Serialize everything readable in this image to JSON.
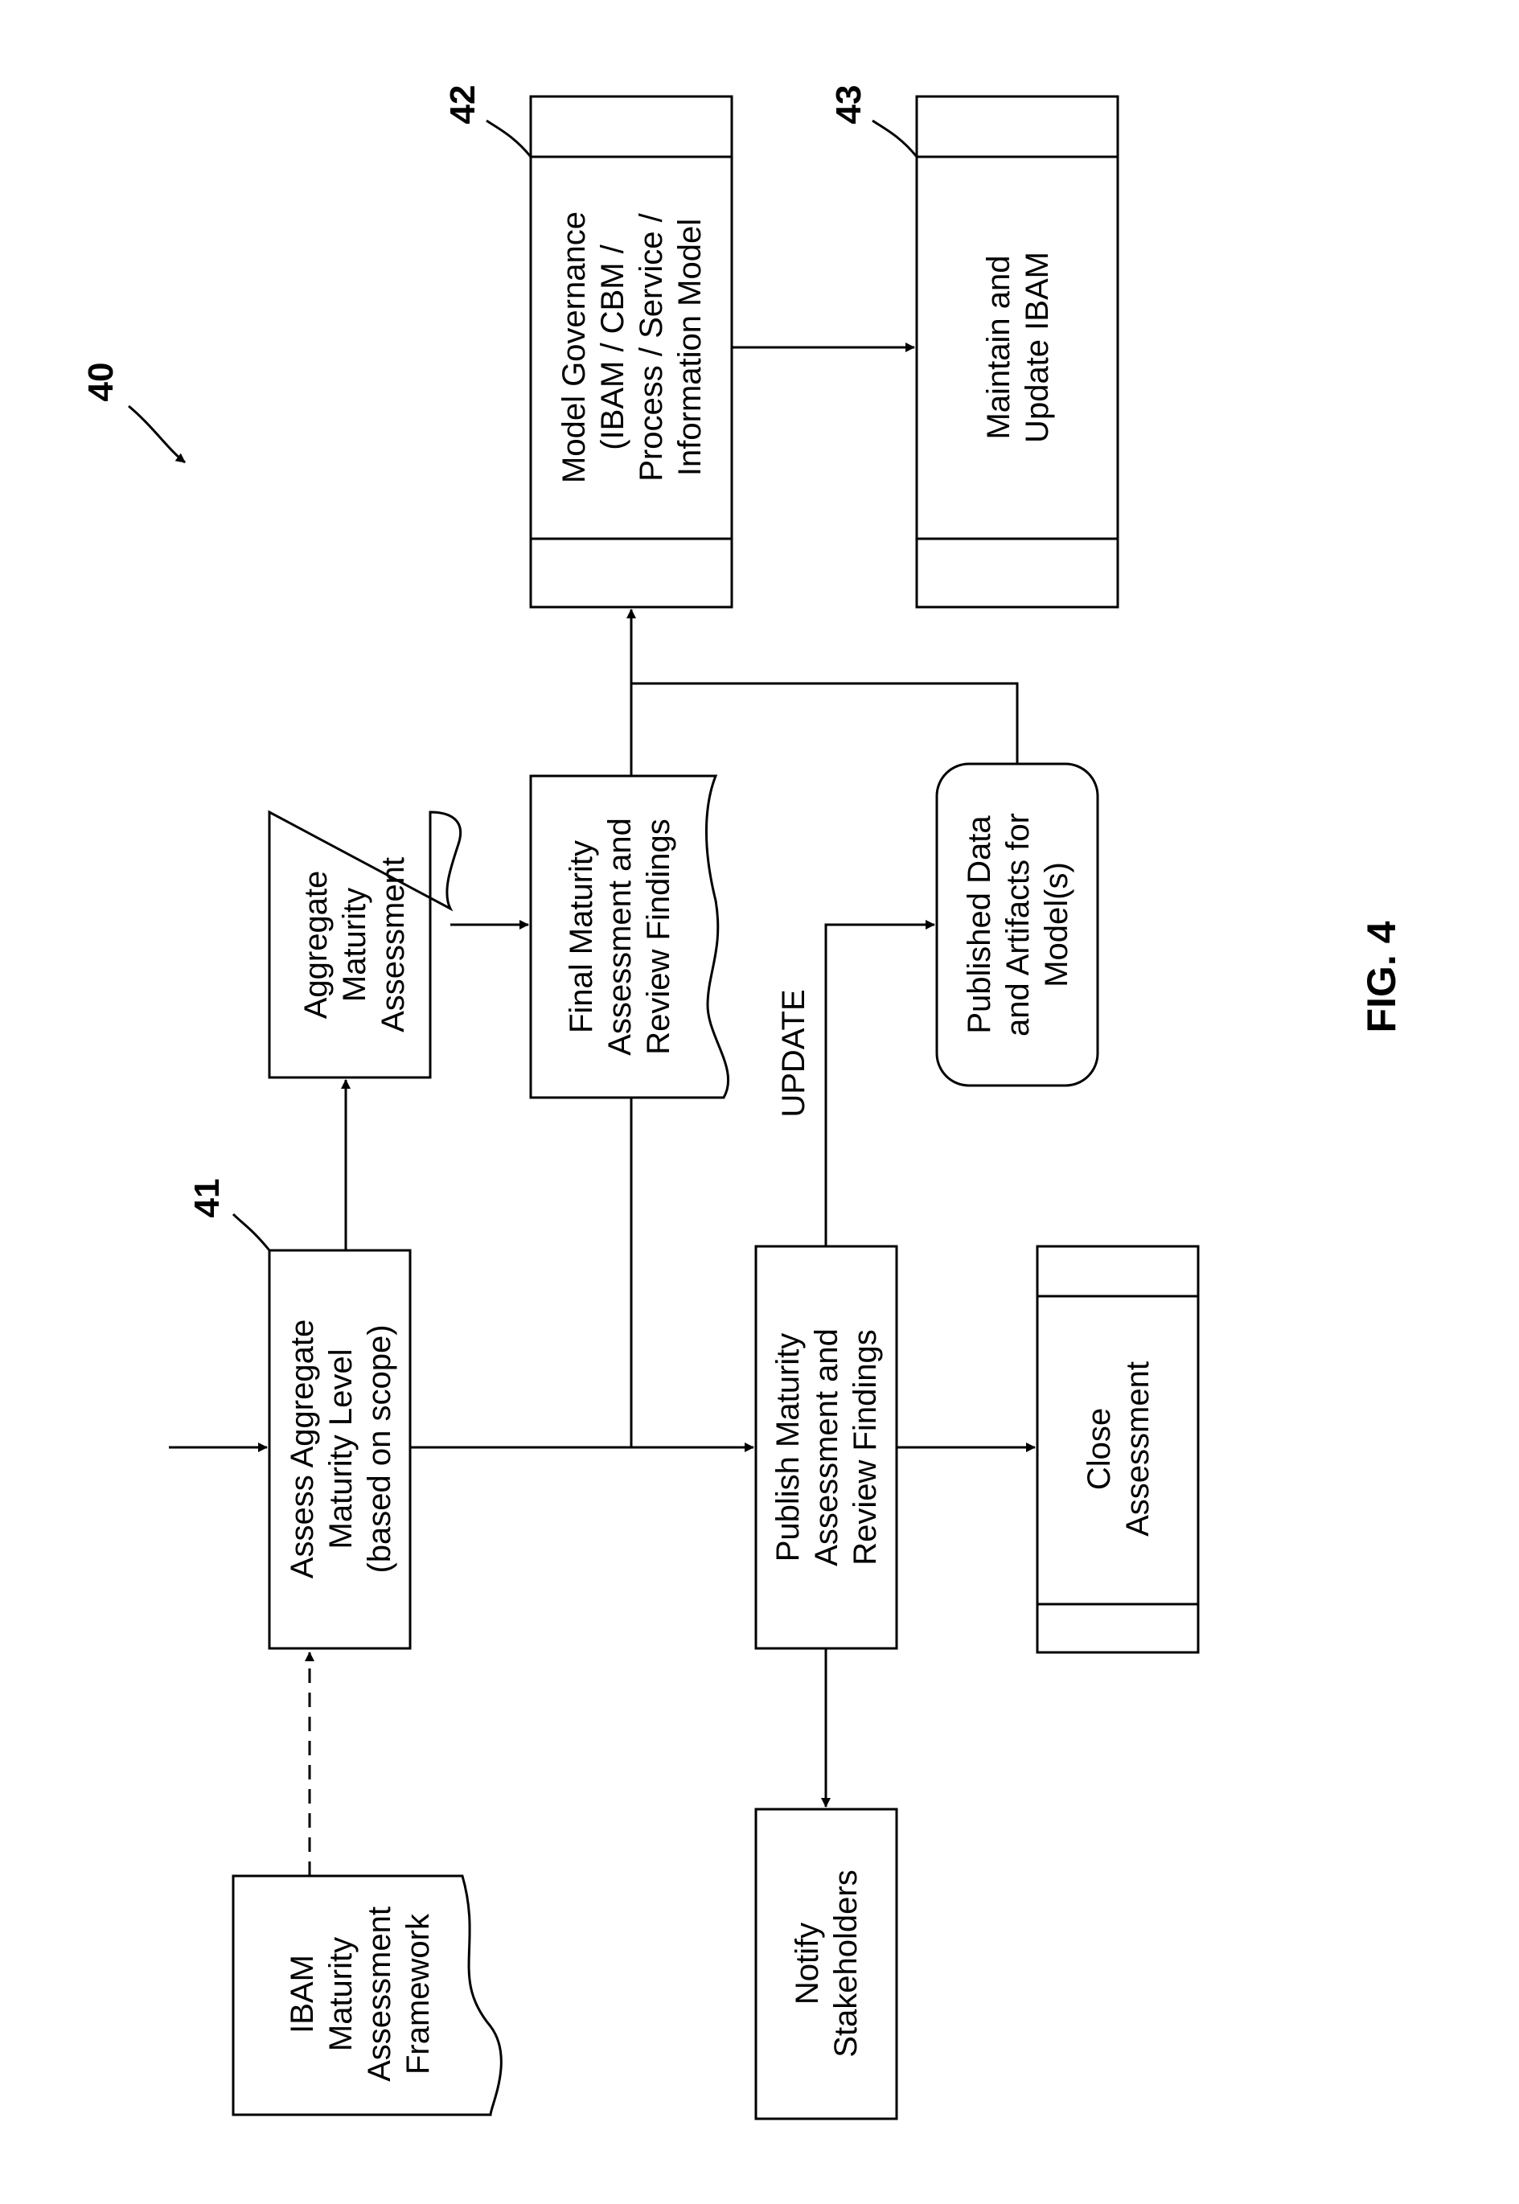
{
  "figure": {
    "ref_main": "40",
    "caption": "FIG. 4"
  },
  "nodes": {
    "framework": {
      "lines": [
        "IBAM",
        "Maturity",
        "Assessment",
        "Framework"
      ]
    },
    "assess_aggregate": {
      "ref": "41",
      "lines": [
        "Assess Aggregate",
        "Maturity Level",
        "(based on scope)"
      ]
    },
    "aggregate_assessment": {
      "lines": [
        "Aggregate",
        "Maturity",
        "Assessment"
      ]
    },
    "final_assessment": {
      "lines": [
        "Final Maturity",
        "Assessment and",
        "Review Findings"
      ]
    },
    "model_governance": {
      "ref": "42",
      "lines": [
        "Model Governance",
        "(IBAM / CBM /",
        "Process / Service /",
        "Information Model"
      ]
    },
    "maintain_ibam": {
      "ref": "43",
      "lines": [
        "Maintain and",
        "Update IBAM"
      ]
    },
    "publish_assessment": {
      "lines": [
        "Publish Maturity",
        "Assessment and",
        "Review Findings"
      ]
    },
    "published_data": {
      "lines": [
        "Published Data",
        "and Artifacts for",
        "Model(s)"
      ]
    },
    "notify_stakeholders": {
      "lines": [
        "Notify",
        "Stakeholders"
      ]
    },
    "close_assessment": {
      "lines": [
        "Close",
        "Assessment"
      ]
    }
  },
  "edge_labels": {
    "update": "UPDATE"
  }
}
